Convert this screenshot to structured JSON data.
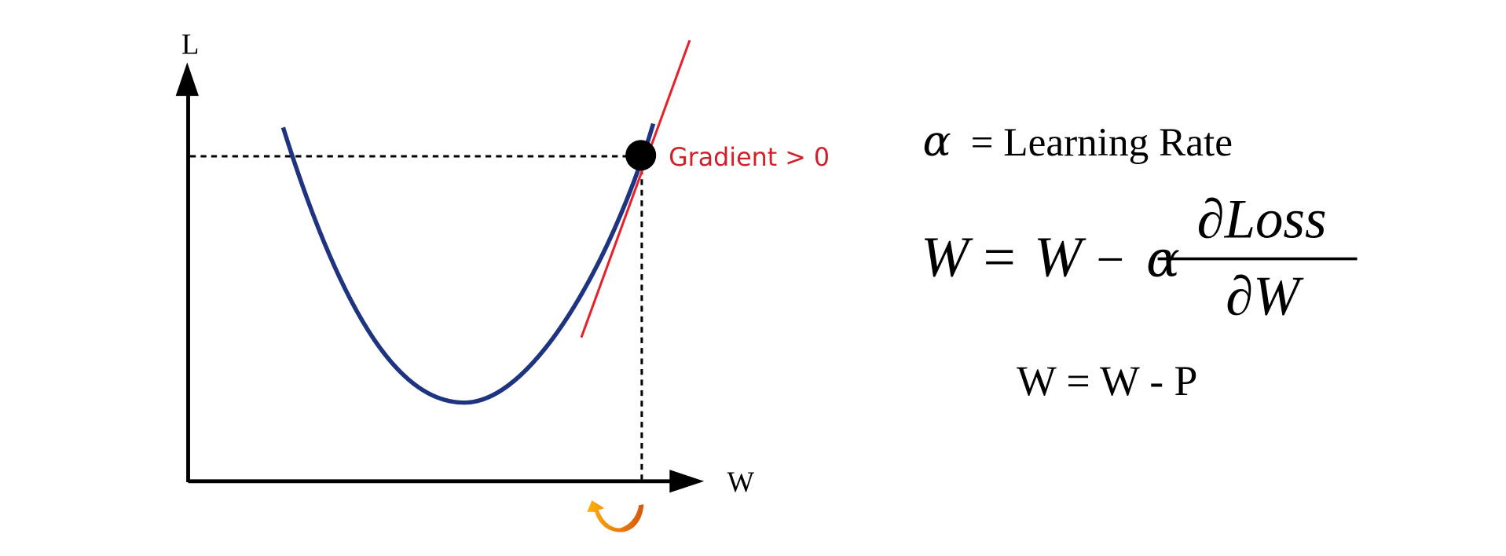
{
  "axes": {
    "y_label": "L",
    "x_label": "W"
  },
  "gradient_label": "Gradient > 0",
  "formulas": {
    "alpha_symbol": "α",
    "alpha_definition": "= Learning Rate",
    "update_lhs": "W",
    "update_eq": "=",
    "update_w": "W",
    "update_minus": "−",
    "update_alpha": "α",
    "numerator": "∂Loss",
    "denominator": "∂W",
    "simple_update": "W = W - P"
  },
  "colors": {
    "curve": "#1e3480",
    "tangent": "#e8202a",
    "label": "#d0202a",
    "arrow": "#f08a10"
  }
}
